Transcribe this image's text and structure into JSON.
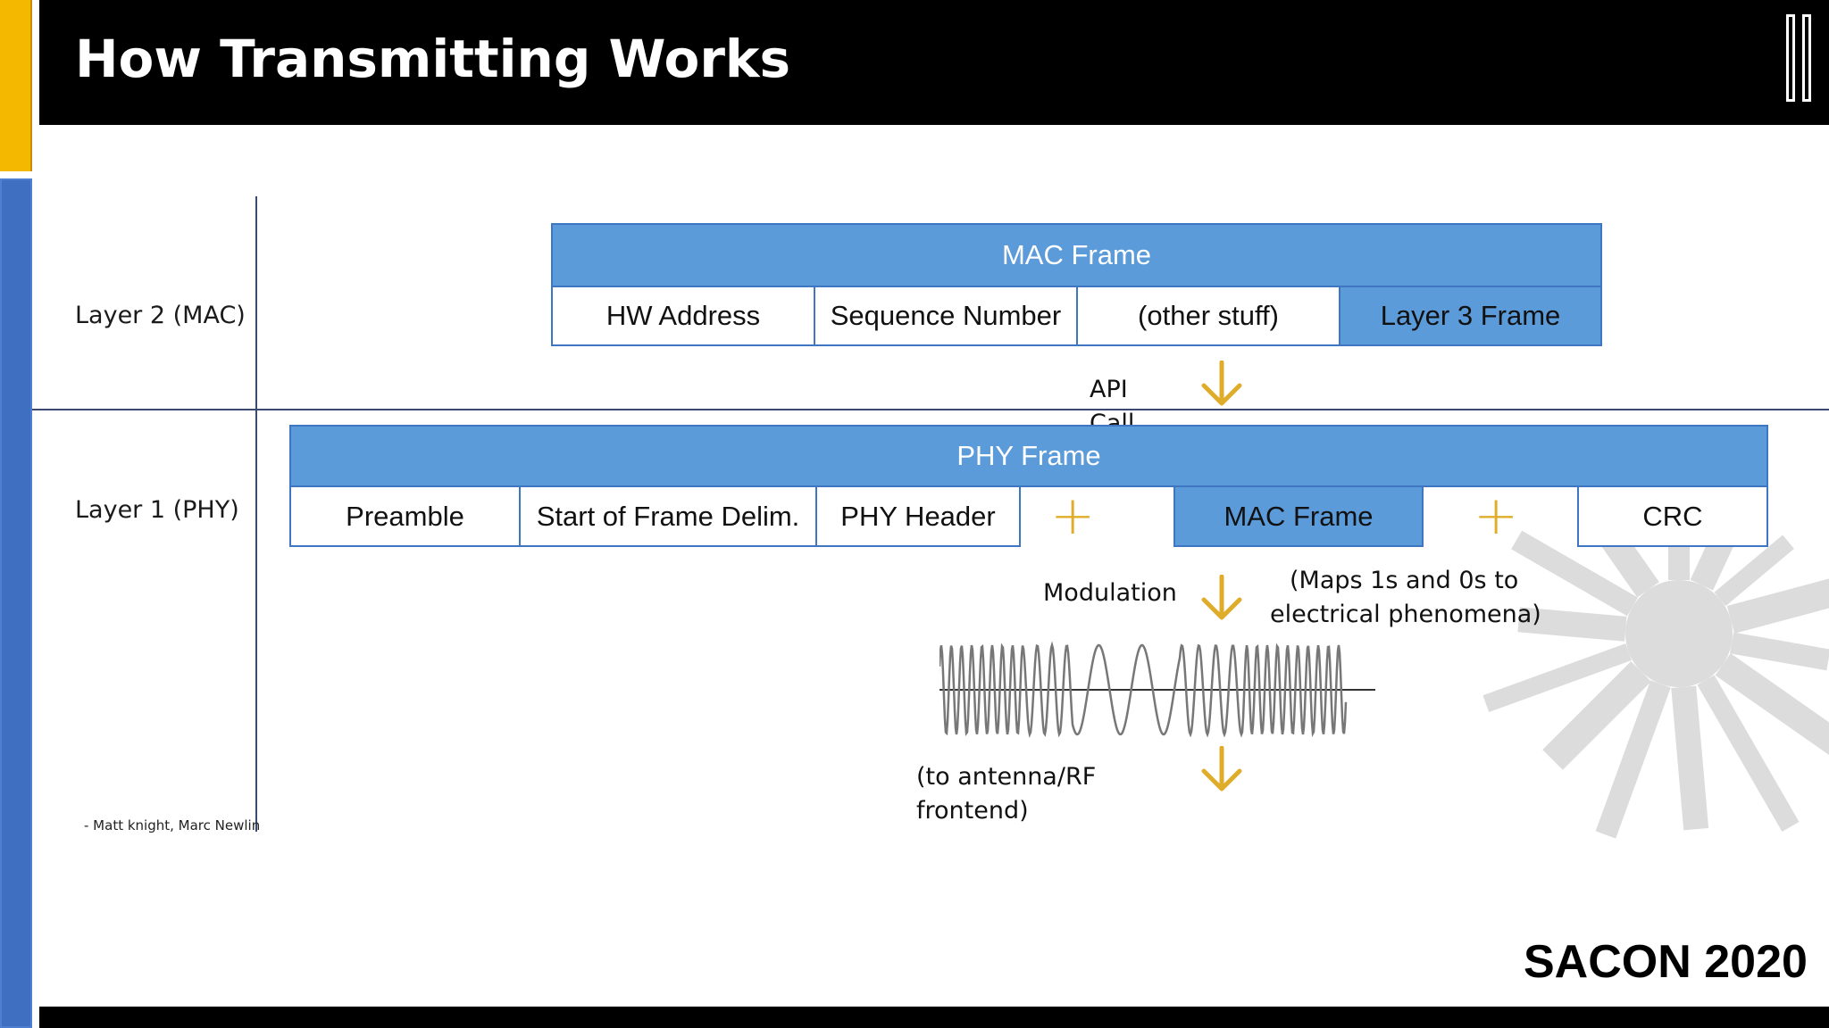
{
  "slide": {
    "title": "How Transmitting Works",
    "brand": "SACON 2020",
    "credit": "- Matt knight, Marc Newlin"
  },
  "layers": {
    "layer2": "Layer 2 (MAC)",
    "layer1": "Layer 1 (PHY)"
  },
  "mac_frame": {
    "title": "MAC Frame",
    "fields": [
      "HW Address",
      "Sequence Number",
      "(other stuff)",
      "Layer 3 Frame"
    ]
  },
  "phy_frame": {
    "title": "PHY Frame",
    "fields": [
      "Preamble",
      "Start of Frame Delim.",
      "PHY Header",
      "MAC Frame",
      "CRC"
    ],
    "plus": "+"
  },
  "annotations": {
    "api_call_1": "API",
    "api_call_2": "Call",
    "modulation": "Modulation",
    "maps_1": "(Maps 1s and 0s to",
    "maps_2": "electrical phenomena)",
    "antenna_1": "(to antenna/RF",
    "antenna_2": "frontend)"
  },
  "colors": {
    "accent_yellow": "#f5b800",
    "accent_blue": "#3f6fc0",
    "frame_blue": "#5b9bd9",
    "arrow_gold": "#e0ad2b"
  },
  "icons": [
    "down-arrow-icon",
    "plus-icon",
    "waveform-icon",
    "logo-icon",
    "city-globe-watermark"
  ]
}
